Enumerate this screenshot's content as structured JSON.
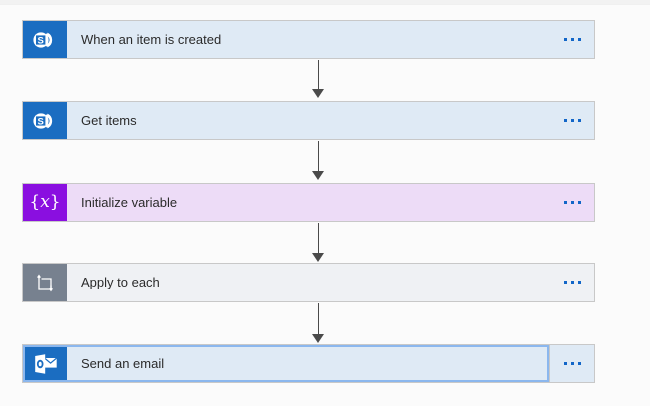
{
  "app": {
    "name": "flow-designer-canvas",
    "background_color": "#fbfbfb"
  },
  "colors": {
    "sharepoint_blue": "#1b6dc1",
    "outlook_blue": "#1b6dc1",
    "variable_purple": "#8a0fe0",
    "control_gray": "#77818f",
    "card_blue_bg": "#dfeaf5",
    "card_purple_bg": "#eddcf7",
    "card_gray_bg": "#eff1f4",
    "card_border": "#c8c8c8",
    "selection_border": "#8bb7ee",
    "menu_dot": "#1266c8",
    "connector": "#4a4a4a",
    "title_text": "#2b2b2b"
  },
  "steps": [
    {
      "id": "when-an-item-is-created",
      "title": "When an item is created",
      "icon": "sharepoint-icon",
      "icon_color": "#1b6dc1",
      "card_color": "#dfeaf5",
      "selected": false,
      "menu_label": "..."
    },
    {
      "id": "get-items",
      "title": "Get items",
      "icon": "sharepoint-icon",
      "icon_color": "#1b6dc1",
      "card_color": "#dfeaf5",
      "selected": false,
      "menu_label": "..."
    },
    {
      "id": "initialize-variable",
      "title": "Initialize variable",
      "icon": "variable-braces-x-icon",
      "icon_color": "#8a0fe0",
      "card_color": "#eddcf7",
      "selected": false,
      "menu_label": "..."
    },
    {
      "id": "apply-to-each",
      "title": "Apply to each",
      "icon": "loop-arrow-icon",
      "icon_color": "#77818f",
      "card_color": "#eff1f4",
      "selected": false,
      "menu_label": "..."
    },
    {
      "id": "send-an-email",
      "title": "Send an email",
      "icon": "outlook-icon",
      "icon_color": "#1b6dc1",
      "card_color": "#dfeaf5",
      "selected": true,
      "menu_label": "..."
    }
  ],
  "connectors": [
    {
      "id": "connector-1",
      "from": "when-an-item-is-created",
      "to": "get-items",
      "direction": "down"
    },
    {
      "id": "connector-2",
      "from": "get-items",
      "to": "initialize-variable",
      "direction": "down"
    },
    {
      "id": "connector-3",
      "from": "initialize-variable",
      "to": "apply-to-each",
      "direction": "down"
    },
    {
      "id": "connector-4",
      "from": "apply-to-each",
      "to": "send-an-email",
      "direction": "down"
    }
  ]
}
